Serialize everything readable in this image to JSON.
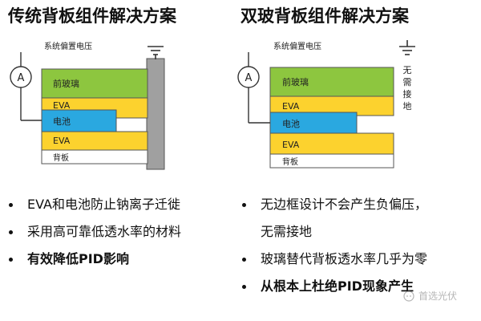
{
  "titles": {
    "left": "传统背板组件解决方案",
    "right": "双玻背板组件解决方案"
  },
  "left_diagram": {
    "voltage_label": "系统偏置电压",
    "meter_label": "A",
    "layers": {
      "front_glass": "前玻璃",
      "eva_top": "EVA",
      "cell": "电池",
      "eva_bottom": "EVA",
      "backsheet": "背板"
    }
  },
  "right_diagram": {
    "voltage_label": "系统偏置电压",
    "meter_label": "A",
    "ground_note": [
      "无",
      "需",
      "接",
      "地"
    ],
    "layers": {
      "front_glass": "前玻璃",
      "eva_top": "EVA",
      "cell": "电池",
      "eva_bottom": "EVA",
      "backsheet": "背板"
    }
  },
  "bullets": {
    "left": [
      {
        "lines": [
          "EVA和电池防止钠离子迁徙"
        ],
        "bold": false
      },
      {
        "lines": [
          "采用高可靠低透水率的材料"
        ],
        "bold": false
      },
      {
        "lines": [
          "有效降低PID影响"
        ],
        "bold": true
      }
    ],
    "right": [
      {
        "lines": [
          "无边框设计不会产生负偏压，",
          "无需接地"
        ],
        "bold": false
      },
      {
        "lines": [
          "玻璃替代背板透水率几乎为零"
        ],
        "bold": false
      },
      {
        "lines": [
          "从根本上杜绝PID现象产生"
        ],
        "bold": true
      }
    ]
  },
  "watermark": "首选光伏",
  "colors": {
    "front_glass": "#8dc63f",
    "eva": "#fcd22e",
    "cell": "#2aa8e0",
    "backsheet": "#ffffff",
    "frame": "#a0a0a0",
    "outline": "#555555",
    "wire": "#333333"
  }
}
